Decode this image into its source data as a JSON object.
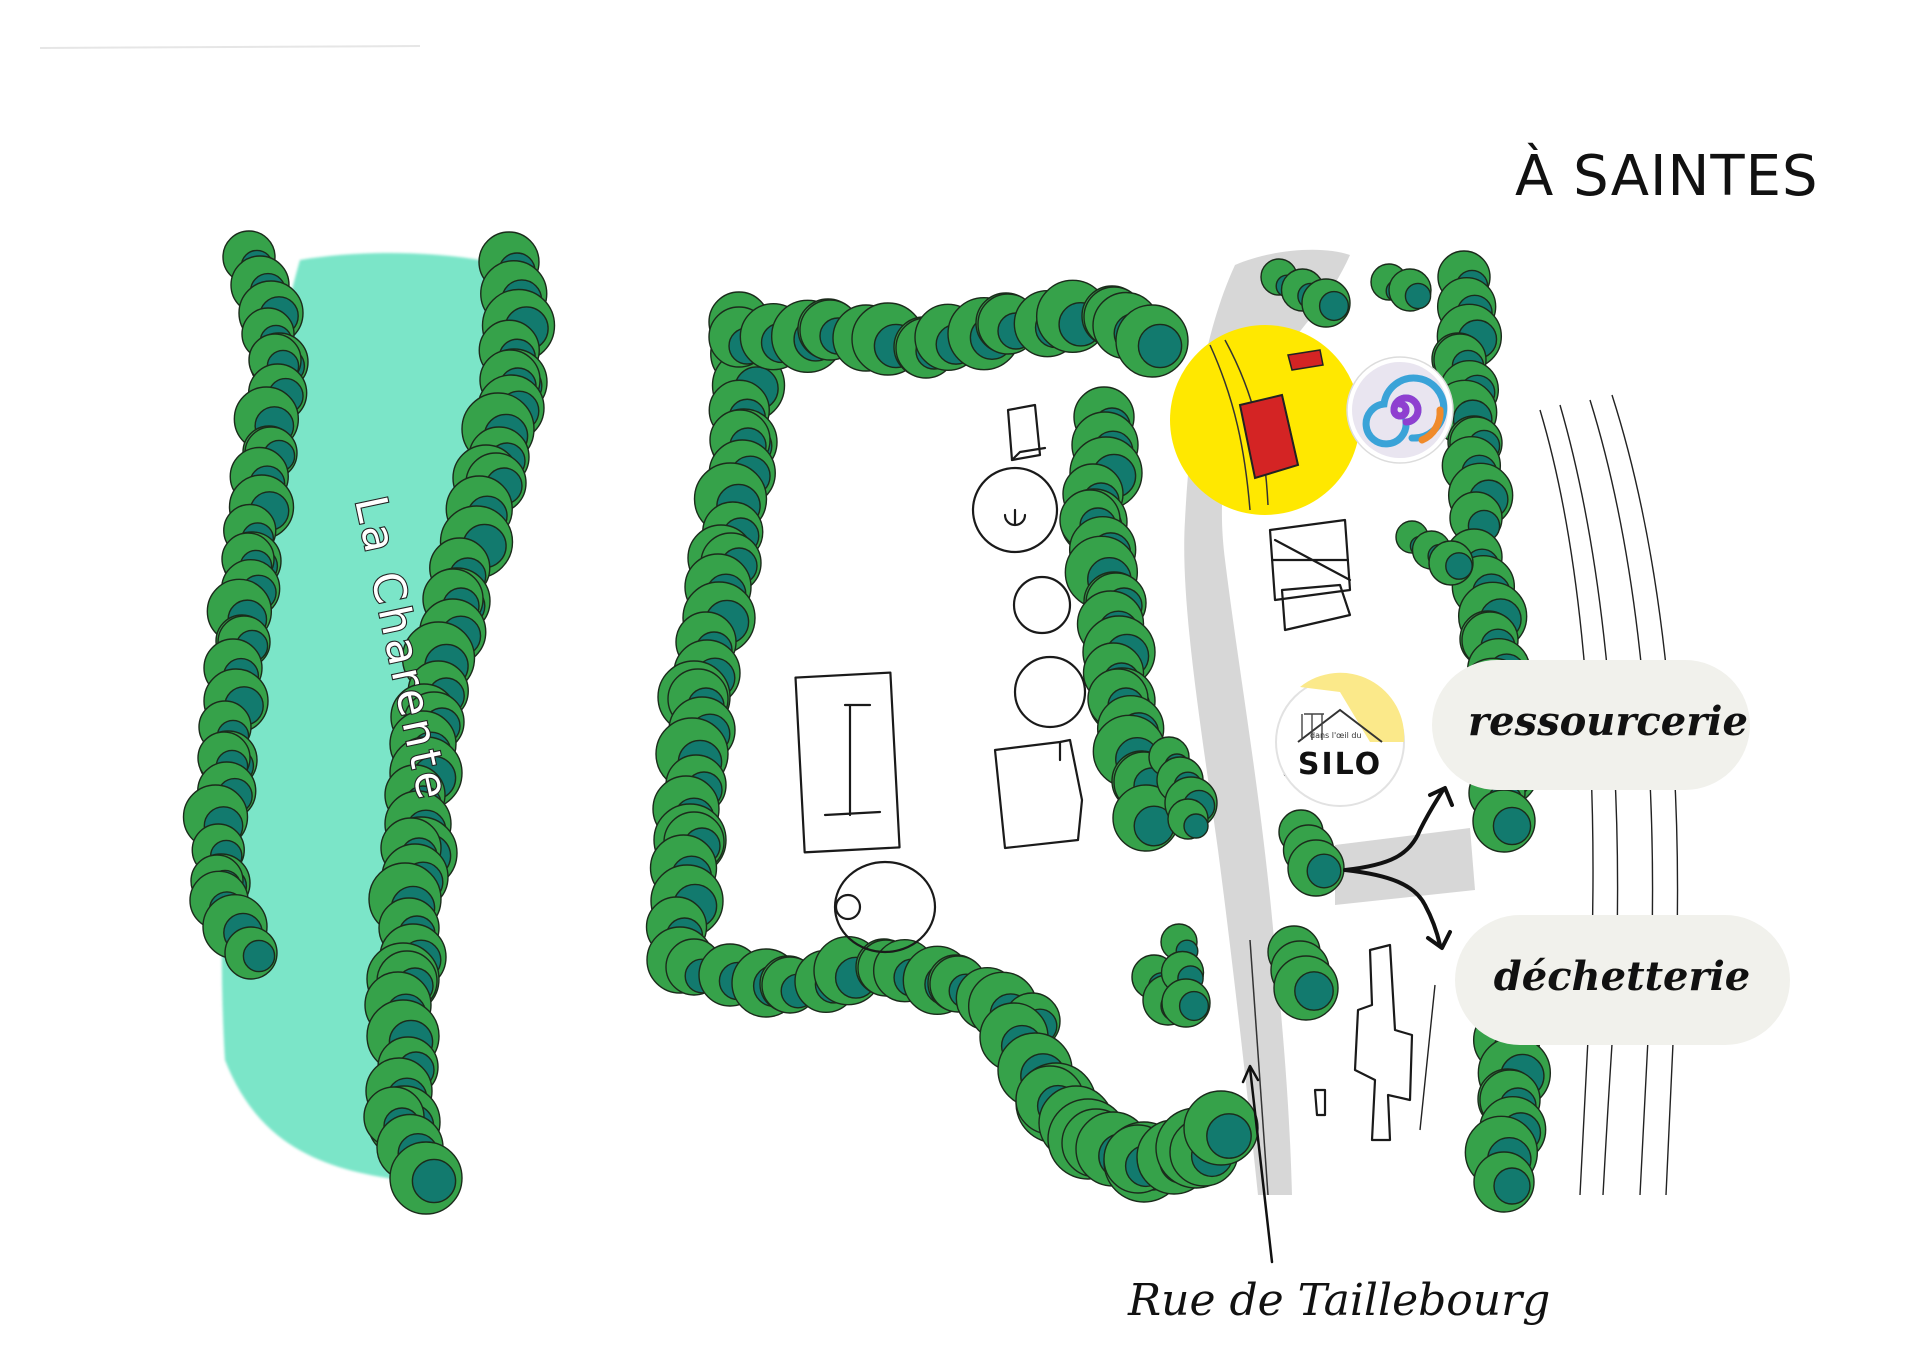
{
  "title": "À SAINTES",
  "river": {
    "label": "La Charente"
  },
  "logo": {
    "name": "SILO",
    "tagline": "dans l'œil du"
  },
  "pills": [
    {
      "label": "ressourcerie"
    },
    {
      "label": "déchetterie"
    }
  ],
  "street": {
    "label": "Rue de Taillebourg"
  },
  "colors": {
    "river": "#6fe3c4",
    "tree_light": "#36a24a",
    "tree_dark": "#127a6e",
    "marker": "#ffe800",
    "building_highlight": "#d42424",
    "road": "#d0d0d0",
    "pill": "#f1f1ec"
  },
  "icons": [
    "spiral-logo-icon",
    "silo-logo-icon",
    "arrow-up-icon",
    "arrow-down-icon",
    "pointer-arrow-icon"
  ]
}
